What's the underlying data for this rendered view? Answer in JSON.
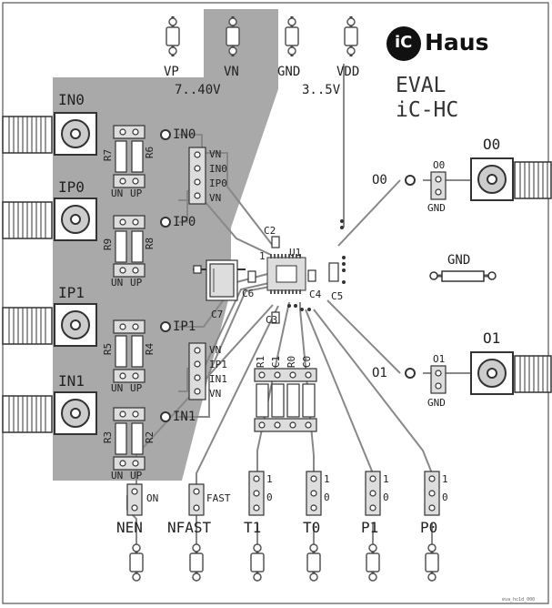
{
  "board": {
    "title_line1": "EVAL",
    "title_line2": "iC-HC",
    "logo_ic": "iC",
    "logo_haus": "Haus",
    "footer_code": "eva_hc1d_000"
  },
  "supply": {
    "vp": "VP",
    "vn": "VN",
    "gnd": "GND",
    "vdd": "VDD",
    "vp_range": "7..40V",
    "vdd_range": "3..5V"
  },
  "inputs": {
    "in0": "IN0",
    "ip0": "IP0",
    "ip1": "IP1",
    "in1": "IN1",
    "in0_net": "IN0",
    "ip0_net": "IP0",
    "ip1_net": "IP1",
    "in1_net": "IN1"
  },
  "resistors": {
    "r7": "R7",
    "r6": "R6",
    "r9": "R9",
    "r8": "R8",
    "r5": "R5",
    "r4": "R4",
    "r3": "R3",
    "r2": "R2",
    "r1": "R1",
    "c1": "C1",
    "r0": "R0",
    "c0": "C0",
    "un": "UN",
    "up": "UP"
  },
  "header_top": [
    "VN",
    "IN0",
    "IP0",
    "VN"
  ],
  "header_bottom": [
    "VN",
    "IP1",
    "IN1",
    "VN"
  ],
  "caps": {
    "c2": "C2",
    "c3": "C3",
    "c4": "C4",
    "c5": "C5",
    "c6": "C6",
    "c7": "C7"
  },
  "ic": {
    "ref": "U1",
    "pin1": "1"
  },
  "outputs": {
    "o0": "O0",
    "o0_net": "O0",
    "o0_hdr": "O0",
    "o0_gnd": "GND",
    "o1": "O1",
    "o1_net": "O1",
    "o1_hdr": "O1",
    "o1_gnd": "GND",
    "gnd": "GND"
  },
  "jumpers": {
    "nen": "NEN",
    "nen_opt": "ON",
    "nfast": "NFAST",
    "nfast_opt": "FAST",
    "t1": "T1",
    "t0": "T0",
    "p1": "P1",
    "p0": "P0",
    "one": "1",
    "zero": "0"
  }
}
